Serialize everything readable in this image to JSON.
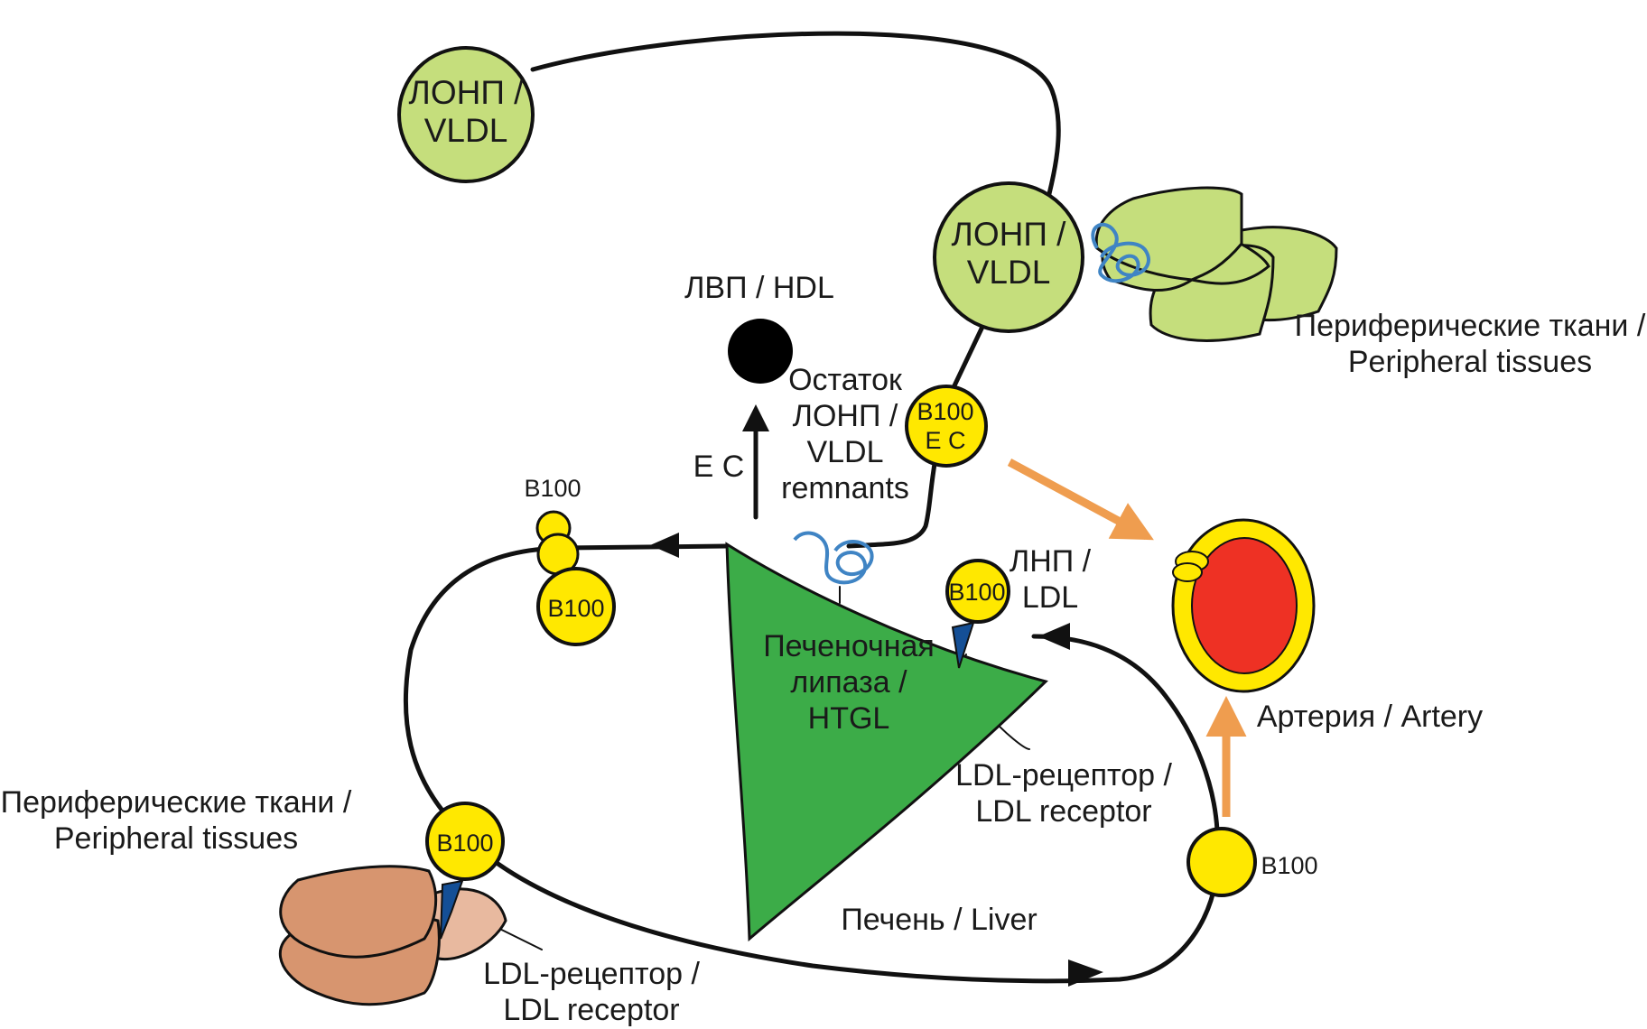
{
  "colors": {
    "line": "#111111",
    "vldl_fill": "#c5de7c",
    "apo_fill": "#ffe800",
    "liver_fill": "#3cac48",
    "hdl_fill": "#000000",
    "artery_outer": "#ffe800",
    "artery_inner": "#ee3124",
    "orange_arrow": "#ef9d4f",
    "tissue_green": "#c5de7c",
    "tissue_brown": "#d7956f",
    "tissue_brown_light": "#e8b99f",
    "lipase_blue": "#3f84c4",
    "receptor_blue": "#144f96"
  },
  "labels": {
    "vldl_top": [
      "ЛОНП /",
      "VLDL"
    ],
    "vldl_mid": [
      "ЛОНП /",
      "VLDL"
    ],
    "hdl": "ЛВП / HDL",
    "ec_arrow": "E C",
    "remnant": [
      "Остаток",
      "ЛОНП /",
      "VLDL",
      "remnants"
    ],
    "remnant_apo": [
      "B100",
      "E C"
    ],
    "peripheral_top": [
      "Периферические ткани /",
      "Peripheral tissues"
    ],
    "b100_upper": "B100",
    "b100_circle_left": "B100",
    "lipase": [
      "Печеночная",
      "липаза /",
      "HTGL"
    ],
    "ldl_apo": "B100",
    "ldl": [
      "ЛНП /",
      "LDL"
    ],
    "ldl_receptor_liver": [
      "LDL-рецептор /",
      "LDL receptor"
    ],
    "artery": "Артерия / Artery",
    "peripheral_bottom": [
      "Периферические ткани /",
      "Peripheral tissues"
    ],
    "b100_bottom_left": "B100",
    "ldl_receptor_bottom": [
      "LDL-рецептор /",
      "LDL receptor"
    ],
    "liver": "Печень / Liver",
    "b100_right": "B100"
  }
}
